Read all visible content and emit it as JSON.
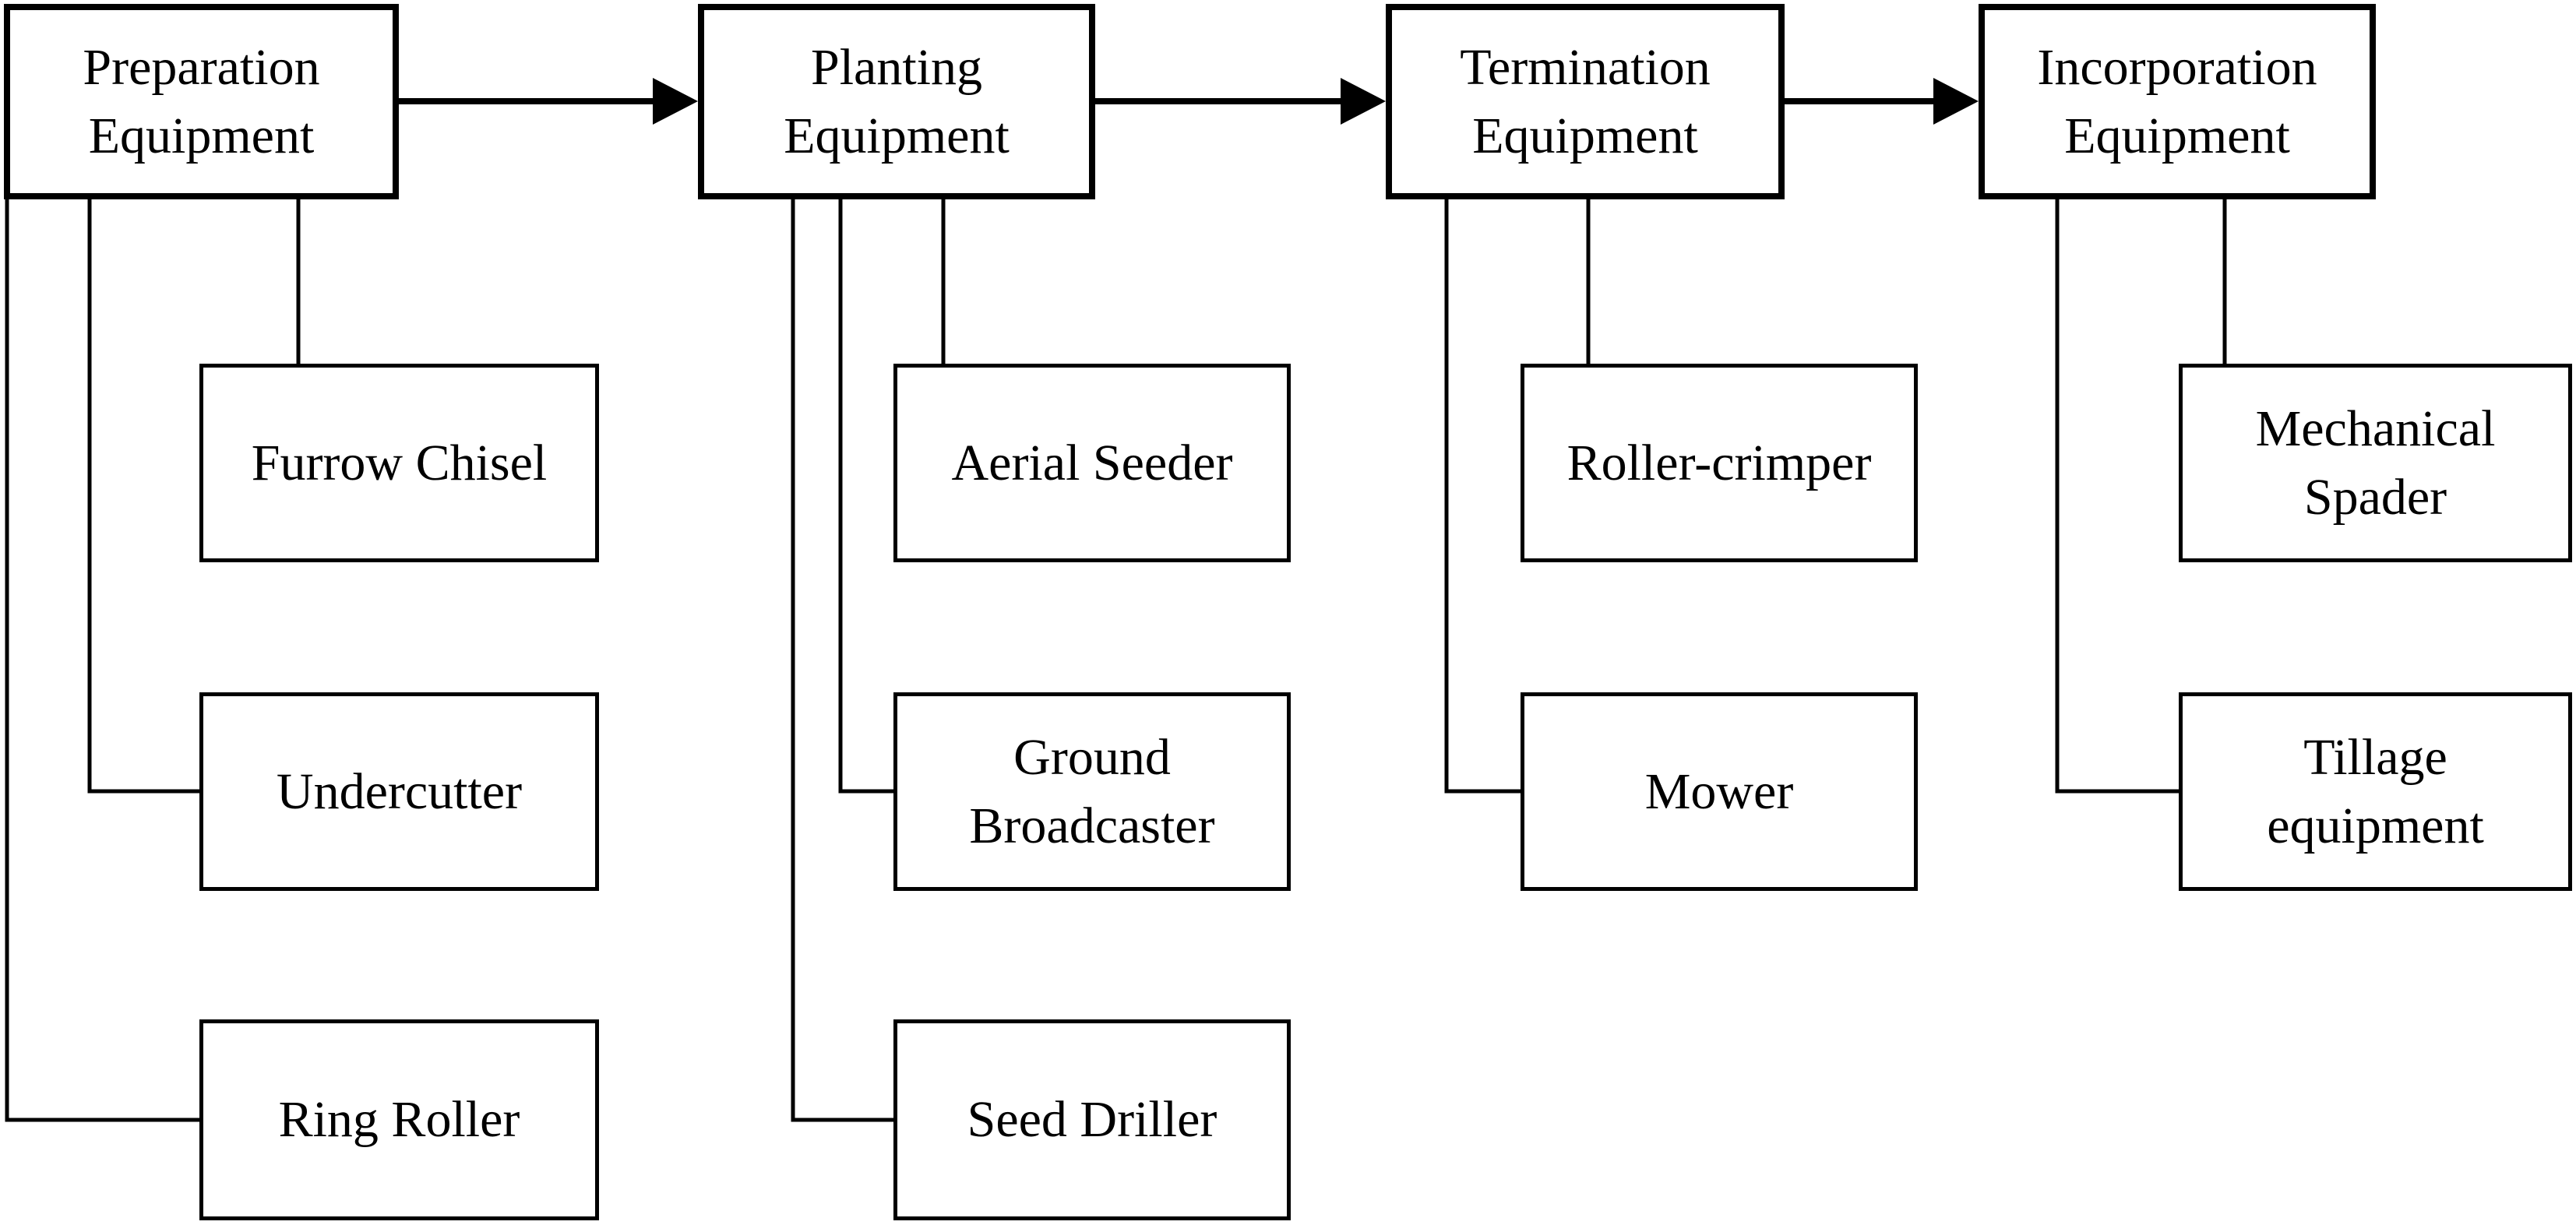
{
  "diagram": {
    "stages": [
      {
        "label": "Preparation Equipment",
        "children": [
          "Furrow Chisel",
          "Undercutter",
          "Ring Roller"
        ]
      },
      {
        "label": "Planting Equipment",
        "children": [
          "Aerial Seeder",
          "Ground Broadcaster",
          "Seed Driller"
        ]
      },
      {
        "label": "Termination Equipment",
        "children": [
          "Roller-crimper",
          "Mower"
        ]
      },
      {
        "label": "Incorporation Equipment",
        "children": [
          "Mechanical Spader",
          "Tillage equipment"
        ]
      }
    ],
    "arrows": [
      {
        "from": "Preparation Equipment",
        "to": "Planting Equipment"
      },
      {
        "from": "Planting Equipment",
        "to": "Termination Equipment"
      },
      {
        "from": "Termination Equipment",
        "to": "Incorporation Equipment"
      }
    ],
    "colors": {
      "stroke": "#000000",
      "box_fill": "#ffffff",
      "text": "#000000",
      "background": "#ffffff"
    }
  }
}
